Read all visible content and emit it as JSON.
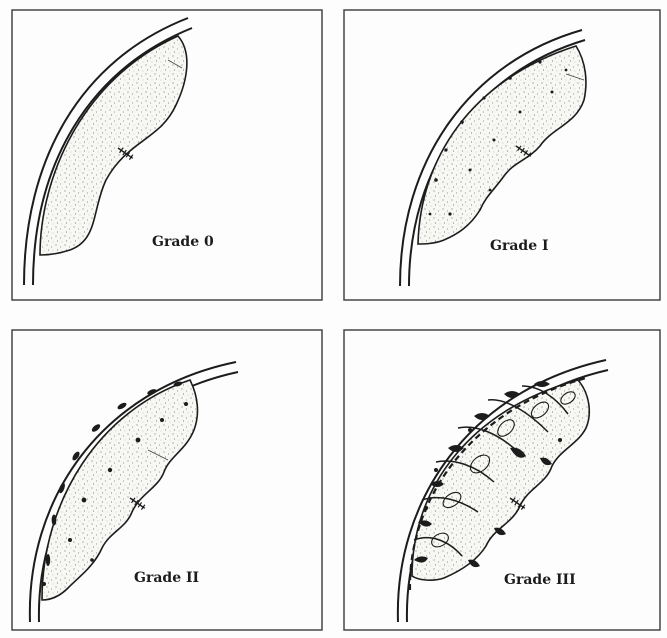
{
  "panels": [
    {
      "label": "Grade 0"
    },
    {
      "label": "Grade I"
    },
    {
      "label": "Grade II"
    },
    {
      "label": "Grade III"
    }
  ],
  "colors": {
    "ink": "#1c1c1c",
    "paper": "#fdfdfd",
    "stipple": "#555555"
  }
}
